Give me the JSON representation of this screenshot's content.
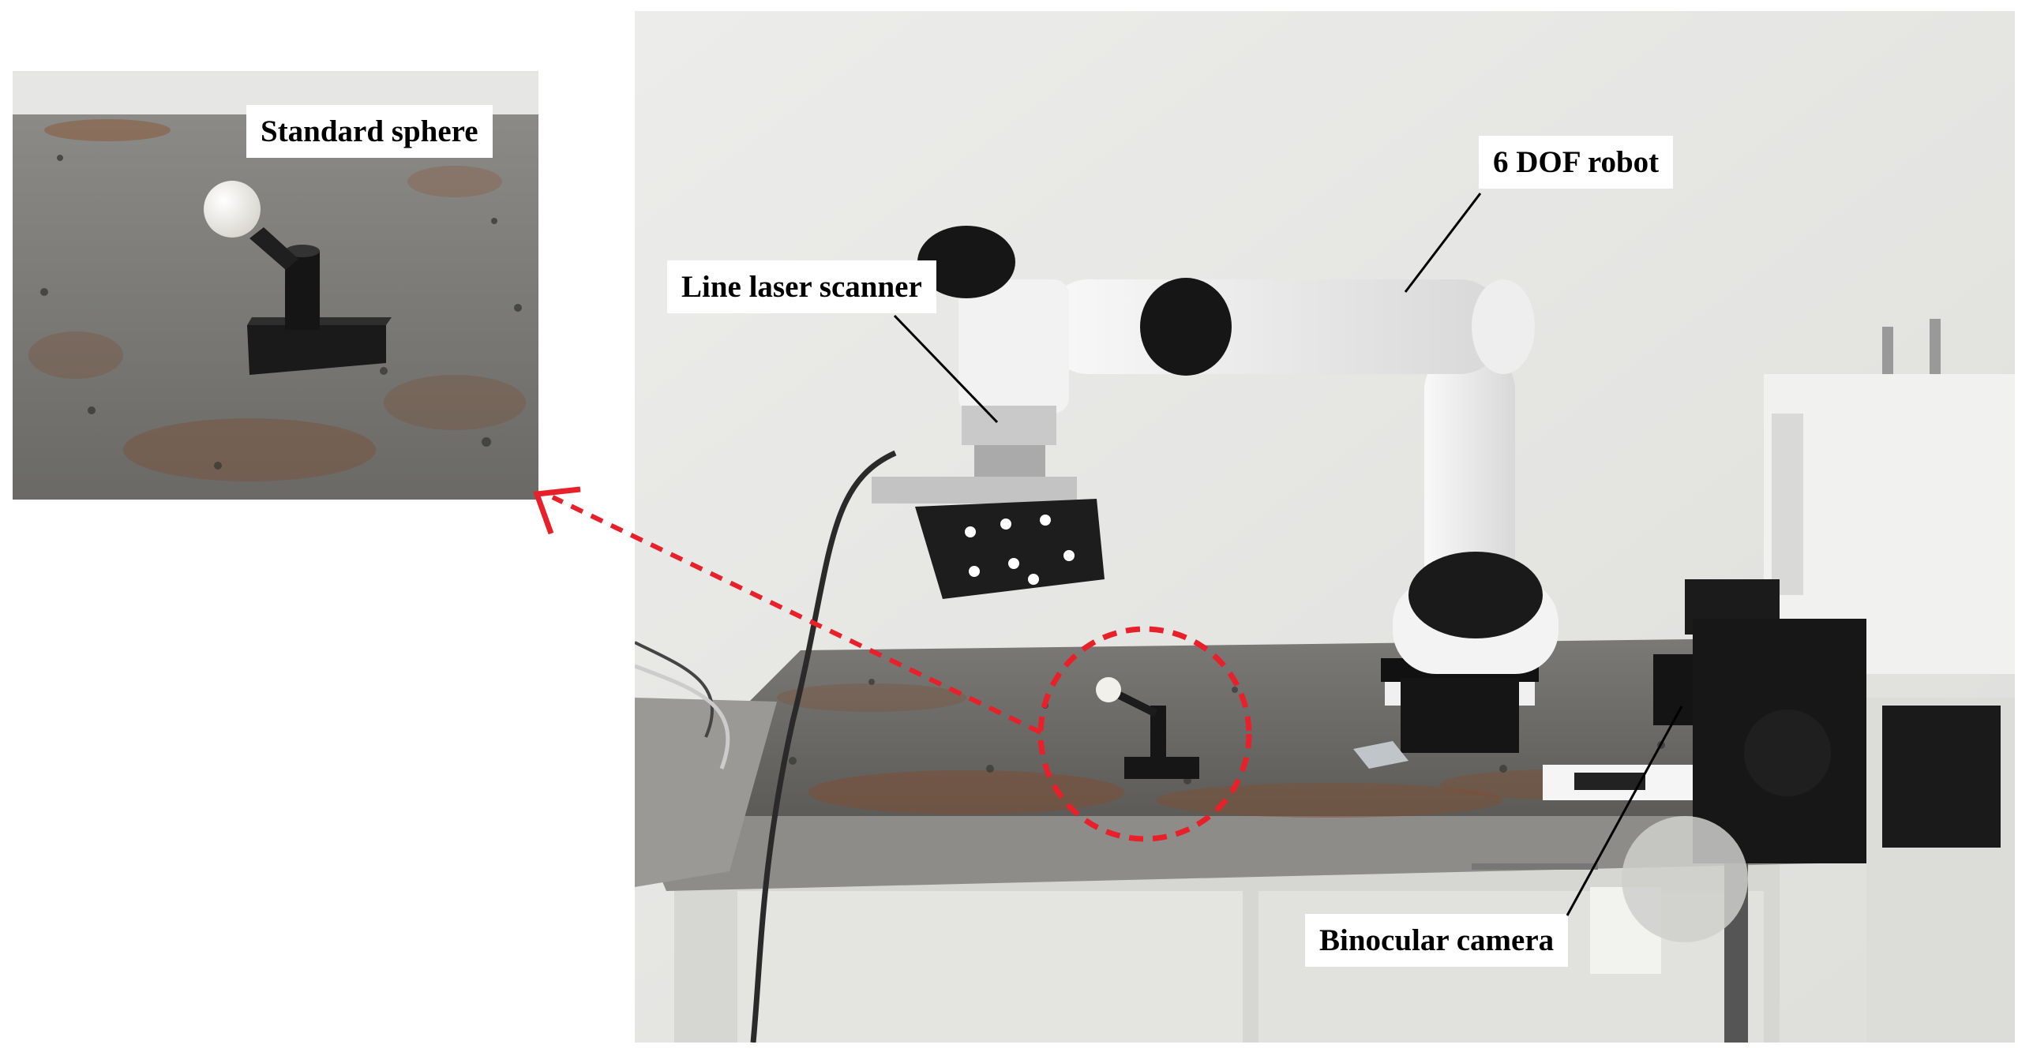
{
  "labels": {
    "standard_sphere": "Standard sphere",
    "line_laser_scanner": "Line laser scanner",
    "six_dof_robot": "6 DOF robot",
    "binocular_camera": "Binocular camera"
  },
  "colors": {
    "arrow": "#e8202a",
    "label_bg": "#ffffff",
    "wall": "#e6e6e3",
    "table_top": "#6b6a66",
    "rust": "#8a5a3c",
    "robot_white": "#f4f4f4",
    "robot_black": "#1c1c1c"
  }
}
